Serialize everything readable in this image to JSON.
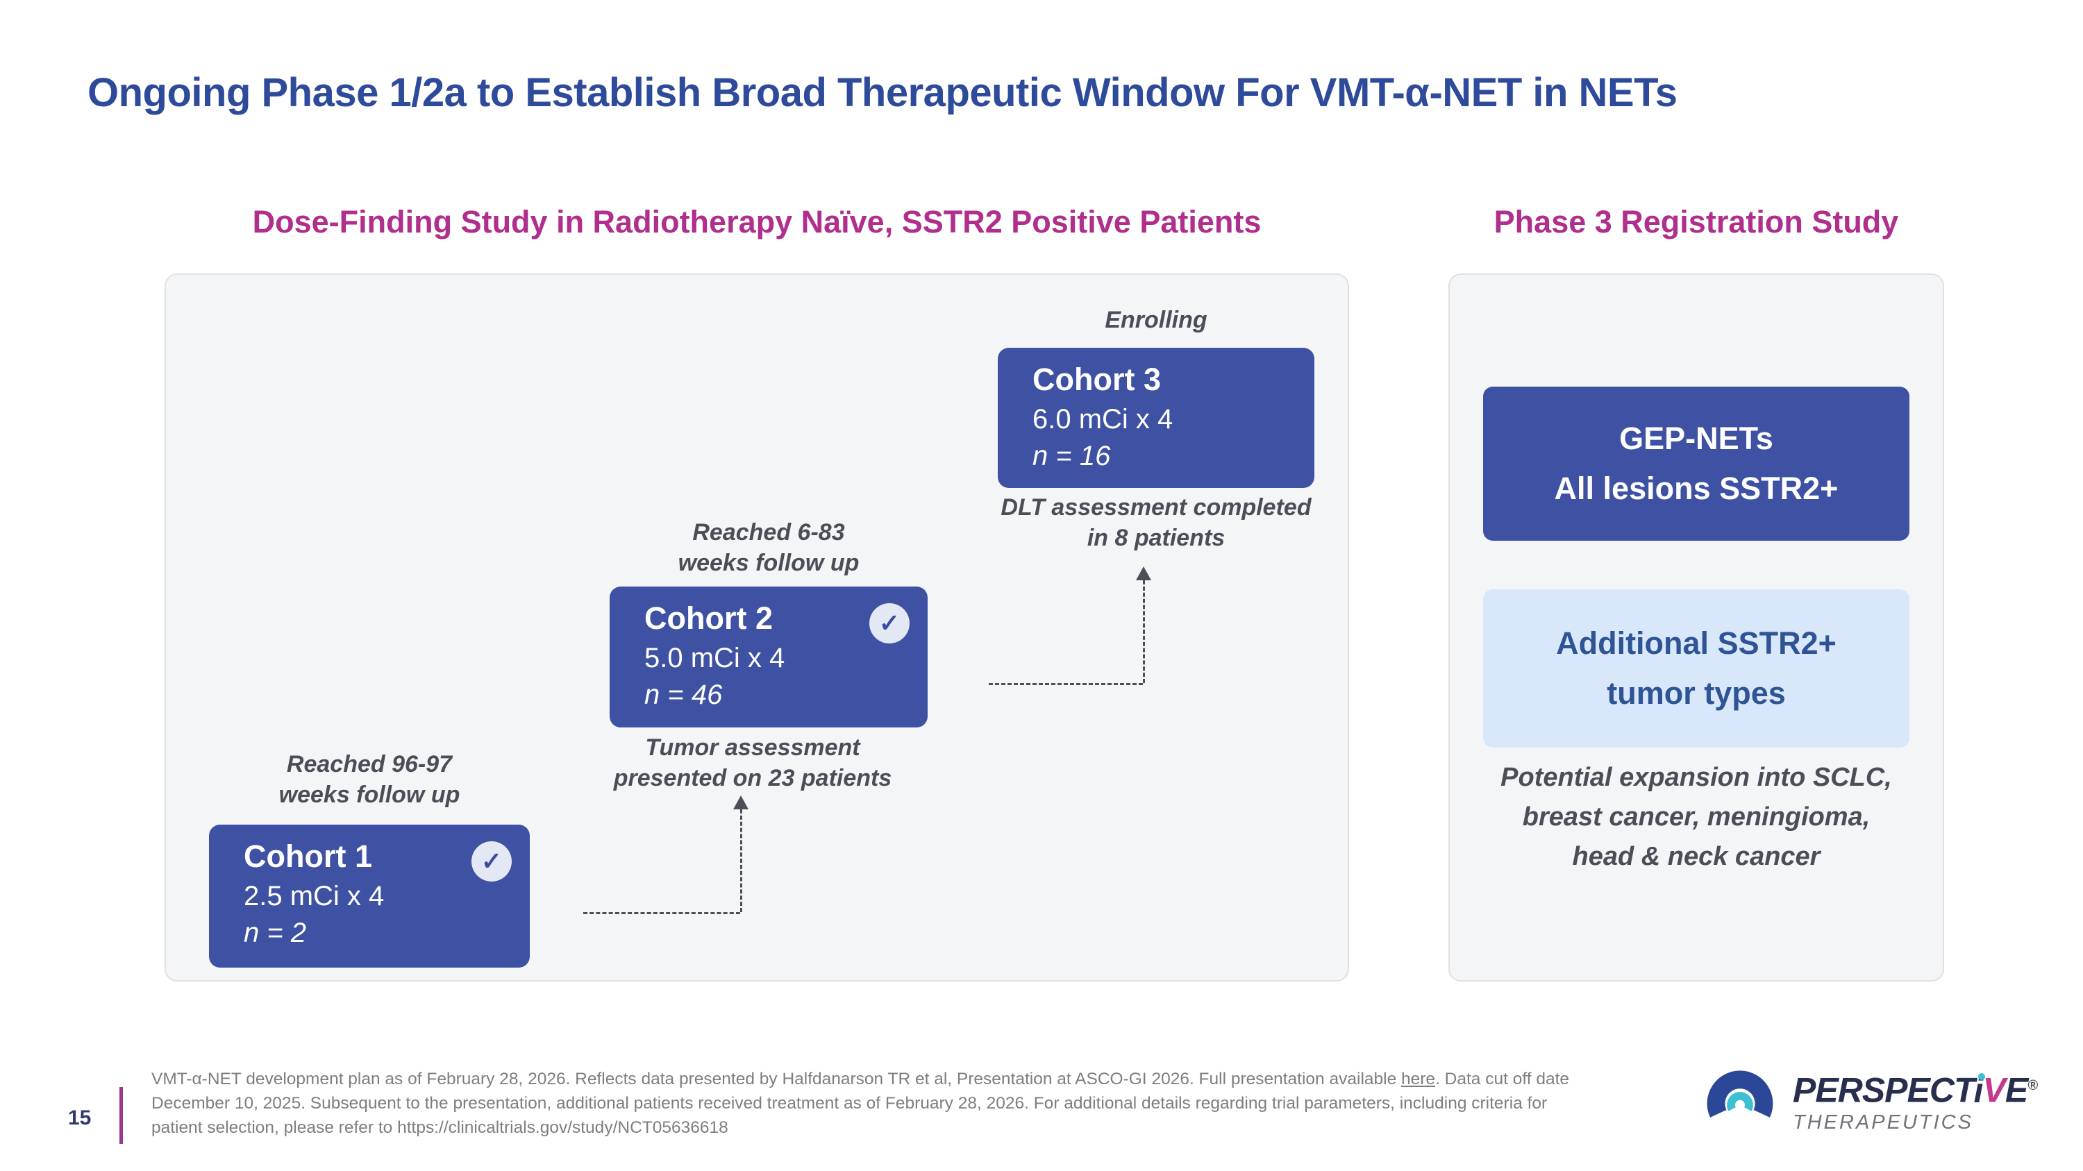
{
  "title": "Ongoing Phase 1/2a to Establish Broad Therapeutic Window For VMT-α-NET in NETs",
  "colors": {
    "title_blue": "#2E4A9B",
    "heading_magenta": "#B02E8C",
    "cohort_box_blue": "#3E51A3",
    "light_blue_box_bg": "#D9E7FA",
    "light_blue_box_text": "#2F5496",
    "panel_gray": "#F4F5F7",
    "annotation_gray": "#4A4E57",
    "footnote_gray": "#7E7E7E",
    "footer_bar_purple": "#9C3693",
    "logo_navy": "#272E4E",
    "logo_teal": "#3DBFD4",
    "logo_magenta": "#C23A8C"
  },
  "icons": {
    "check": "✓"
  },
  "dose_finding": {
    "heading": "Dose-Finding Study in Radiotherapy Naïve, SSTR2 Positive Patients",
    "cohorts": [
      {
        "name": "Cohort 1",
        "dose": "2.5 mCi x 4",
        "enrollment": "n = 2",
        "completed": true,
        "note_above": "Reached 96-97\nweeks follow up",
        "note_below": ""
      },
      {
        "name": "Cohort 2",
        "dose": "5.0 mCi x 4",
        "enrollment": "n = 46",
        "completed": true,
        "note_above": "Reached 6-83\nweeks follow up",
        "note_below": "Tumor assessment\npresented on 23 patients"
      },
      {
        "name": "Cohort 3",
        "dose": "6.0 mCi x 4",
        "enrollment": "n = 16",
        "completed": false,
        "note_above": "Enrolling",
        "note_below": "DLT assessment completed\nin 8 patients"
      }
    ]
  },
  "registration": {
    "heading": "Phase 3 Registration Study",
    "primary_box": "GEP-NETs\nAll lesions SSTR2+",
    "secondary_box": "Additional SSTR2+\ntumor types",
    "note": "Potential expansion into SCLC,\nbreast cancer, meningioma,\nhead & neck cancer"
  },
  "footer": {
    "page_number": "15",
    "footnote_line1_pre": "VMT-α-NET development plan as of February 28, 2026. Reflects data presented by Halfdanarson TR et al, Presentation at ASCO-GI 2026. Full presentation available ",
    "footnote_link": "here",
    "footnote_line1_post": ". Data cut off date",
    "footnote_line2": "December 10, 2025. Subsequent to the presentation, additional patients received treatment as of February 28, 2026. For additional details regarding trial parameters, including criteria for",
    "footnote_line3": "patient selection, please refer to https://clinicaltrials.gov/study/NCT05636618",
    "logo": {
      "brand_part1": "PERSPECT",
      "brand_i": "i",
      "brand_v": "V",
      "brand_part2": "E",
      "registered_mark": "®",
      "subtitle": "THERAPEUTICS"
    }
  }
}
